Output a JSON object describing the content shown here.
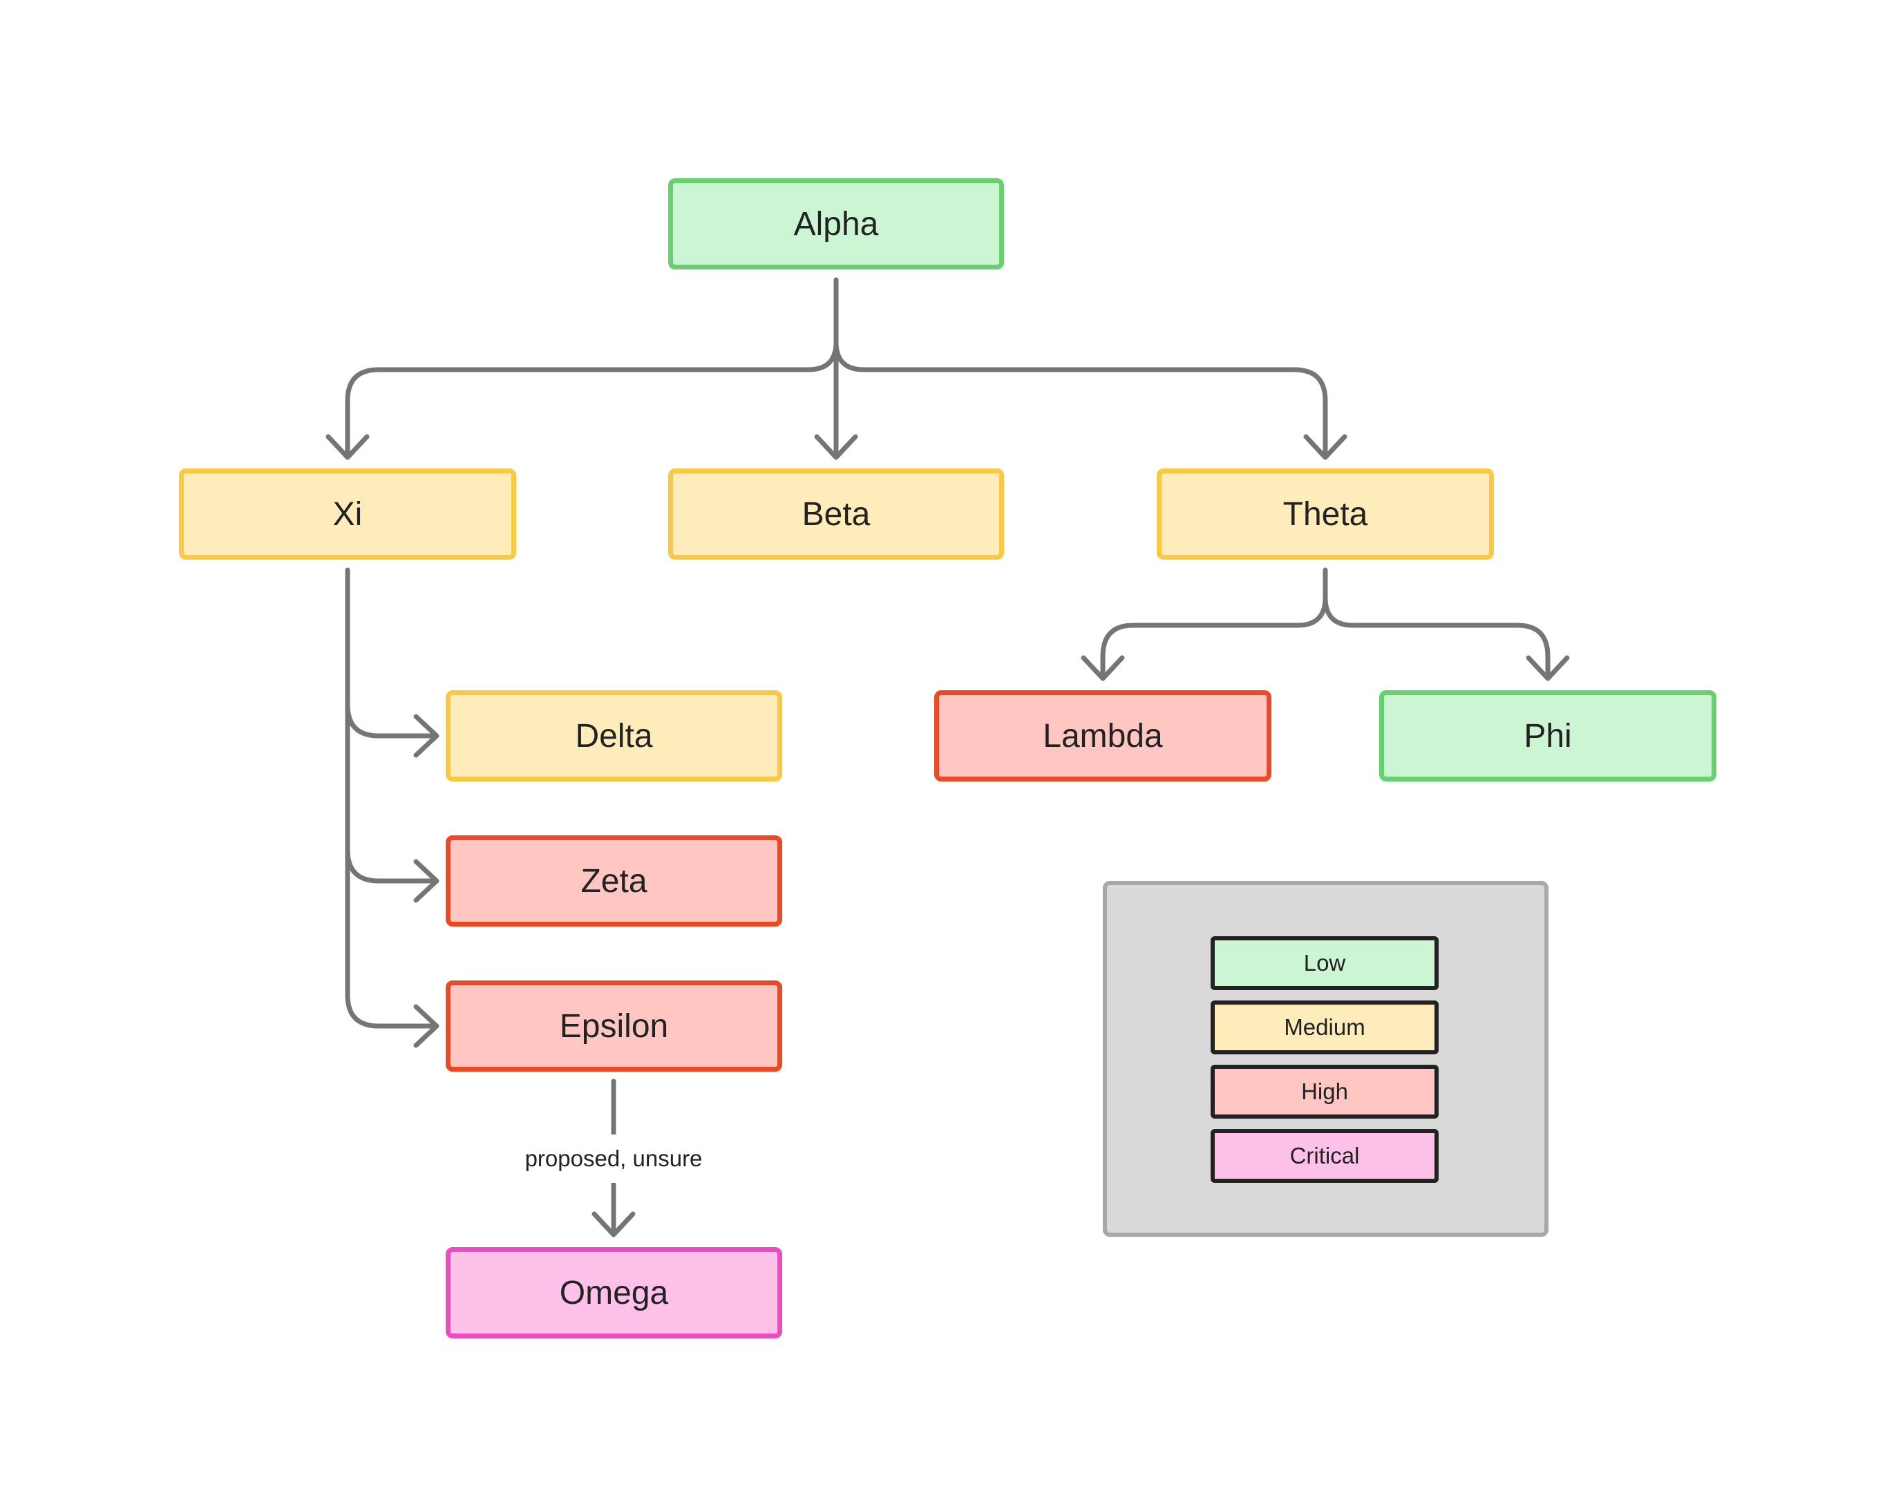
{
  "nodes": {
    "alpha": {
      "label": "Alpha",
      "level": "low"
    },
    "xi": {
      "label": "Xi",
      "level": "medium"
    },
    "beta": {
      "label": "Beta",
      "level": "medium"
    },
    "theta": {
      "label": "Theta",
      "level": "medium"
    },
    "delta": {
      "label": "Delta",
      "level": "medium"
    },
    "zeta": {
      "label": "Zeta",
      "level": "high"
    },
    "epsilon": {
      "label": "Epsilon",
      "level": "high"
    },
    "omega": {
      "label": "Omega",
      "level": "critical"
    },
    "lambda": {
      "label": "Lambda",
      "level": "high"
    },
    "phi": {
      "label": "Phi",
      "level": "low"
    }
  },
  "edges": [
    {
      "from": "Alpha",
      "to": "Xi"
    },
    {
      "from": "Alpha",
      "to": "Beta"
    },
    {
      "from": "Alpha",
      "to": "Theta"
    },
    {
      "from": "Xi",
      "to": "Delta"
    },
    {
      "from": "Xi",
      "to": "Zeta"
    },
    {
      "from": "Xi",
      "to": "Epsilon"
    },
    {
      "from": "Theta",
      "to": "Lambda"
    },
    {
      "from": "Theta",
      "to": "Phi"
    },
    {
      "from": "Epsilon",
      "to": "Omega",
      "label": "proposed, unsure"
    }
  ],
  "legend": {
    "low": "Low",
    "medium": "Medium",
    "high": "High",
    "critical": "Critical"
  },
  "colors": {
    "low": {
      "fill": "#ccf5d3",
      "stroke": "#66d16e"
    },
    "medium": {
      "fill": "#ffecbb",
      "stroke": "#fbc844"
    },
    "high": {
      "fill": "#ffc6c2",
      "stroke": "#ec4a24"
    },
    "critical": {
      "fill": "#ffc1ea",
      "stroke": "#ec4cbf"
    },
    "edge": "#757575",
    "legend_bg": "#d9d9d9",
    "legend_border": "#a8a8a8"
  }
}
